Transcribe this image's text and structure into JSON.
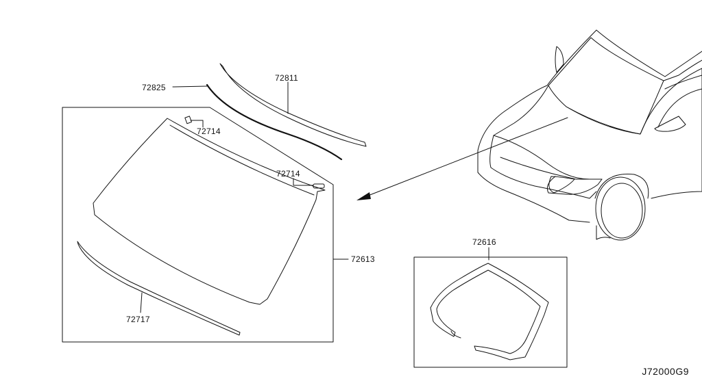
{
  "diagram": {
    "parts": [
      {
        "id": "72811"
      },
      {
        "id": "72825"
      },
      {
        "id": "72714"
      },
      {
        "id": "72714"
      },
      {
        "id": "72613"
      },
      {
        "id": "72717"
      },
      {
        "id": "72616"
      }
    ],
    "code": "J72000G9"
  }
}
